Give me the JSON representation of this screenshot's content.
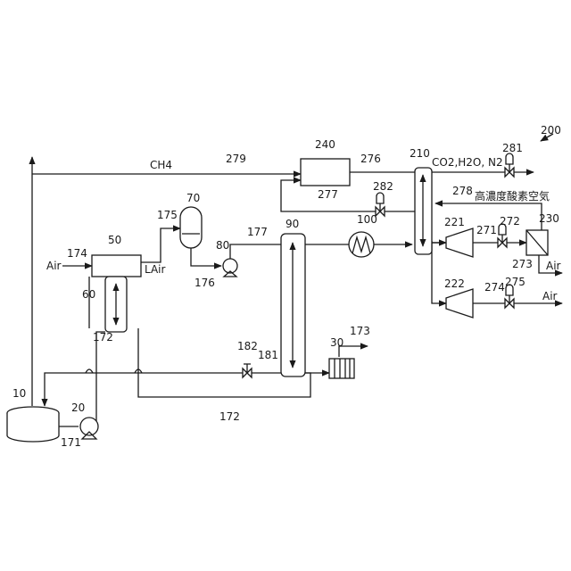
{
  "figure_number": "200",
  "components": {
    "tank": "10",
    "pump_20": "20",
    "regenerator": "30",
    "heat_exchanger_50": "50",
    "heat_exchanger_60": "60",
    "separator_70": "70",
    "pump_80": "80",
    "column_90": "90",
    "heater_100": "100",
    "heat_exchanger_210": "210",
    "turbine_221": "221",
    "turbine_222": "222",
    "membrane_230": "230",
    "combustor_240": "240"
  },
  "valves": {
    "v182": "182",
    "v272": "272",
    "v275": "275",
    "v281": "281",
    "v282": "282"
  },
  "streams": {
    "s171": "171",
    "s172_a": "172",
    "s172_b": "172",
    "s173": "173",
    "s174": "174",
    "s175": "175",
    "s176": "176",
    "s177": "177",
    "s181": "181",
    "s271": "271",
    "s273": "273",
    "s274": "274",
    "s276": "276",
    "s277": "277",
    "s278": "278",
    "s279": "279"
  },
  "labels": {
    "ch4": "CH4",
    "air_in": "Air",
    "lair": "LAir",
    "exhaust": "CO2,H2O, N2",
    "enriched_oxygen": "高濃度酸素空気",
    "air_out_273": "Air",
    "air_out_274": "Air"
  }
}
